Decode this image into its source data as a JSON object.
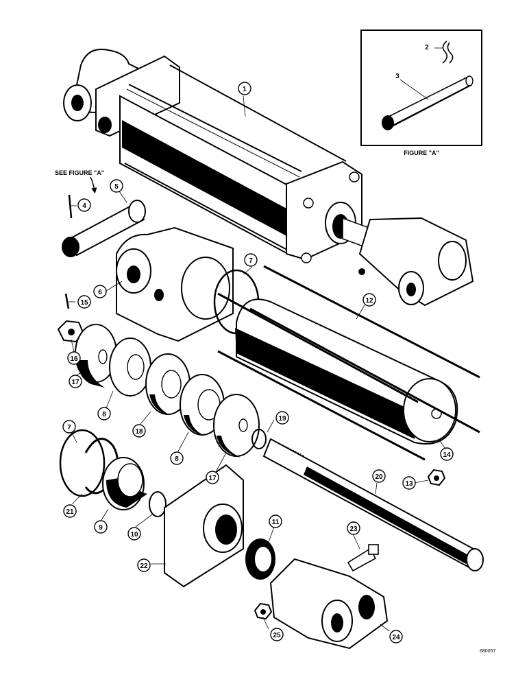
{
  "figure_a_caption": "FIGURE \"A\"",
  "see_figure_caption": "SEE FIGURE \"A\"",
  "reference_code": "680057",
  "callouts": {
    "c1": "1",
    "c2": "2",
    "c3": "3",
    "c4": "4",
    "c5": "5",
    "c6": "6",
    "c7a": "7",
    "c7b": "7",
    "c8a": "8",
    "c8b": "8",
    "c9": "9",
    "c10": "10",
    "c11": "11",
    "c12": "12",
    "c13": "13",
    "c14": "14",
    "c15": "15",
    "c16": "16",
    "c17a": "17",
    "c17b": "17",
    "c18": "18",
    "c19": "19",
    "c20": "20",
    "c21": "21",
    "c22": "22",
    "c23": "23",
    "c24": "24",
    "c25": "25"
  },
  "colors": {
    "ink": "#000000",
    "paper": "#ffffff"
  }
}
